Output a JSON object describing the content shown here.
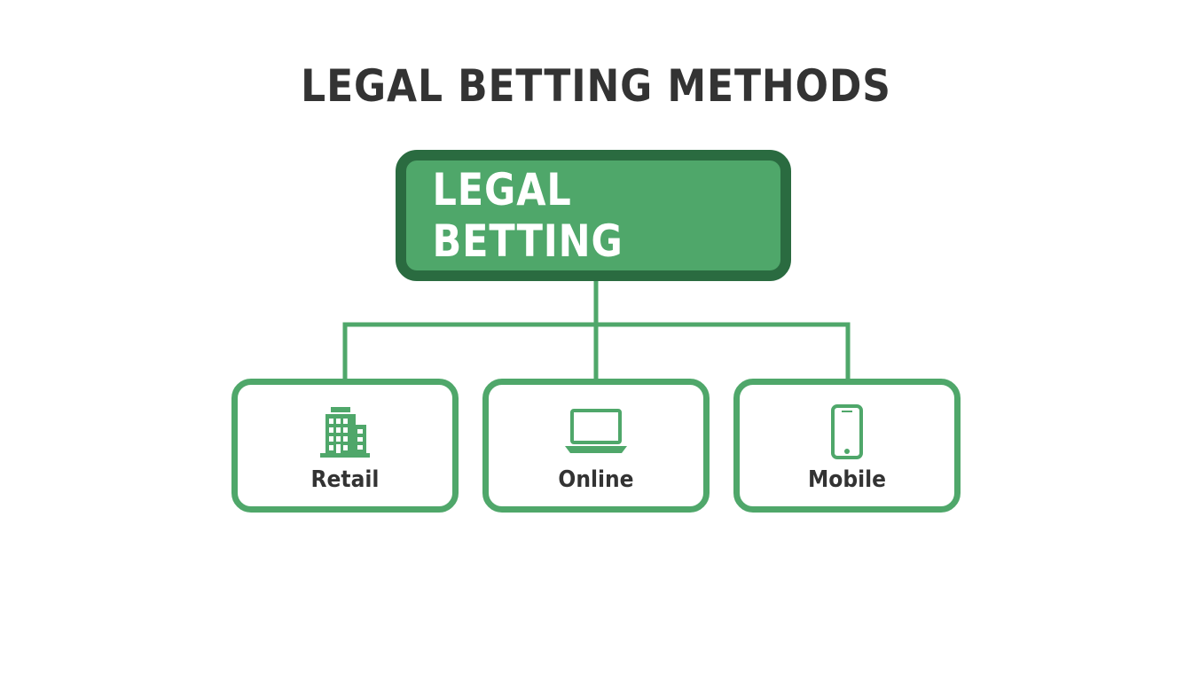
{
  "diagram": {
    "title": "LEGAL BETTING METHODS",
    "root": {
      "label": "LEGAL BETTING"
    },
    "children": [
      {
        "label": "Retail",
        "icon": "building-icon"
      },
      {
        "label": "Online",
        "icon": "laptop-icon"
      },
      {
        "label": "Mobile",
        "icon": "smartphone-icon"
      }
    ]
  },
  "colors": {
    "accent": "#4fa76a",
    "accent_dark": "#2a6b40",
    "text": "#333333",
    "background": "#ffffff"
  }
}
